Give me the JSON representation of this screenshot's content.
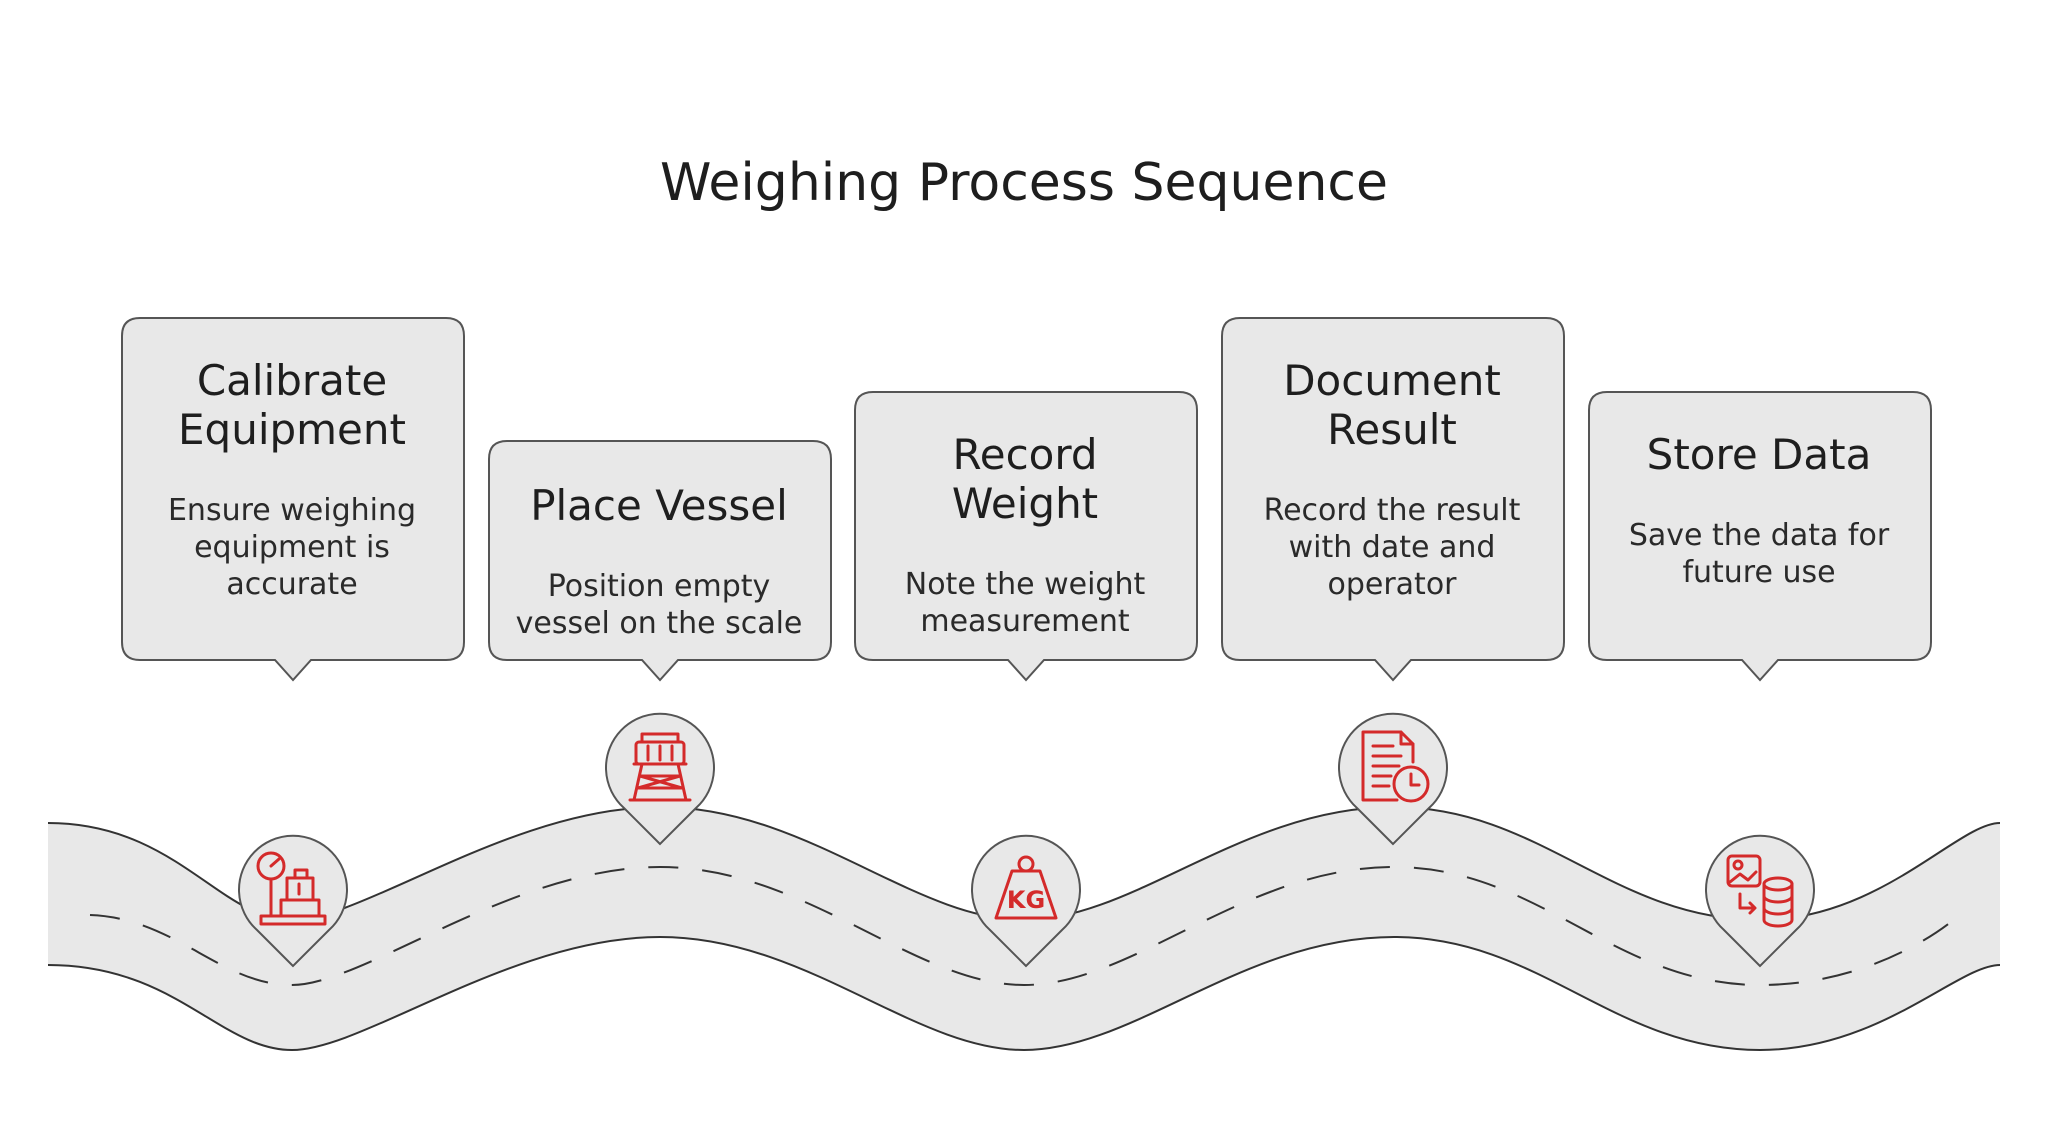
{
  "title": "Weighing Process Sequence",
  "colors": {
    "card_fill": "#E8E8E8",
    "card_stroke": "#555555",
    "road_fill": "#E8E8E8",
    "road_edge": "#333333",
    "icon_red": "#D42A2A",
    "text": "#1E1E1E"
  },
  "steps": [
    {
      "title_lines": [
        "Calibrate",
        "Equipment"
      ],
      "desc_lines": [
        "Ensure weighing",
        "equipment is",
        "accurate"
      ],
      "icon": "scale-gauge-icon"
    },
    {
      "title_lines": [
        "Place Vessel"
      ],
      "desc_lines": [
        "Position empty",
        "vessel on the scale"
      ],
      "icon": "water-tower-vessel-icon"
    },
    {
      "title_lines": [
        "Record Weight"
      ],
      "desc_lines": [
        "Note the weight",
        "measurement"
      ],
      "icon": "kg-weight-icon"
    },
    {
      "title_lines": [
        "Document",
        "Result"
      ],
      "desc_lines": [
        "Record the result",
        "with date and",
        "operator"
      ],
      "icon": "document-clock-icon"
    },
    {
      "title_lines": [
        "Store Data"
      ],
      "desc_lines": [
        "Save the data for",
        "future use"
      ],
      "icon": "image-database-icon"
    }
  ]
}
